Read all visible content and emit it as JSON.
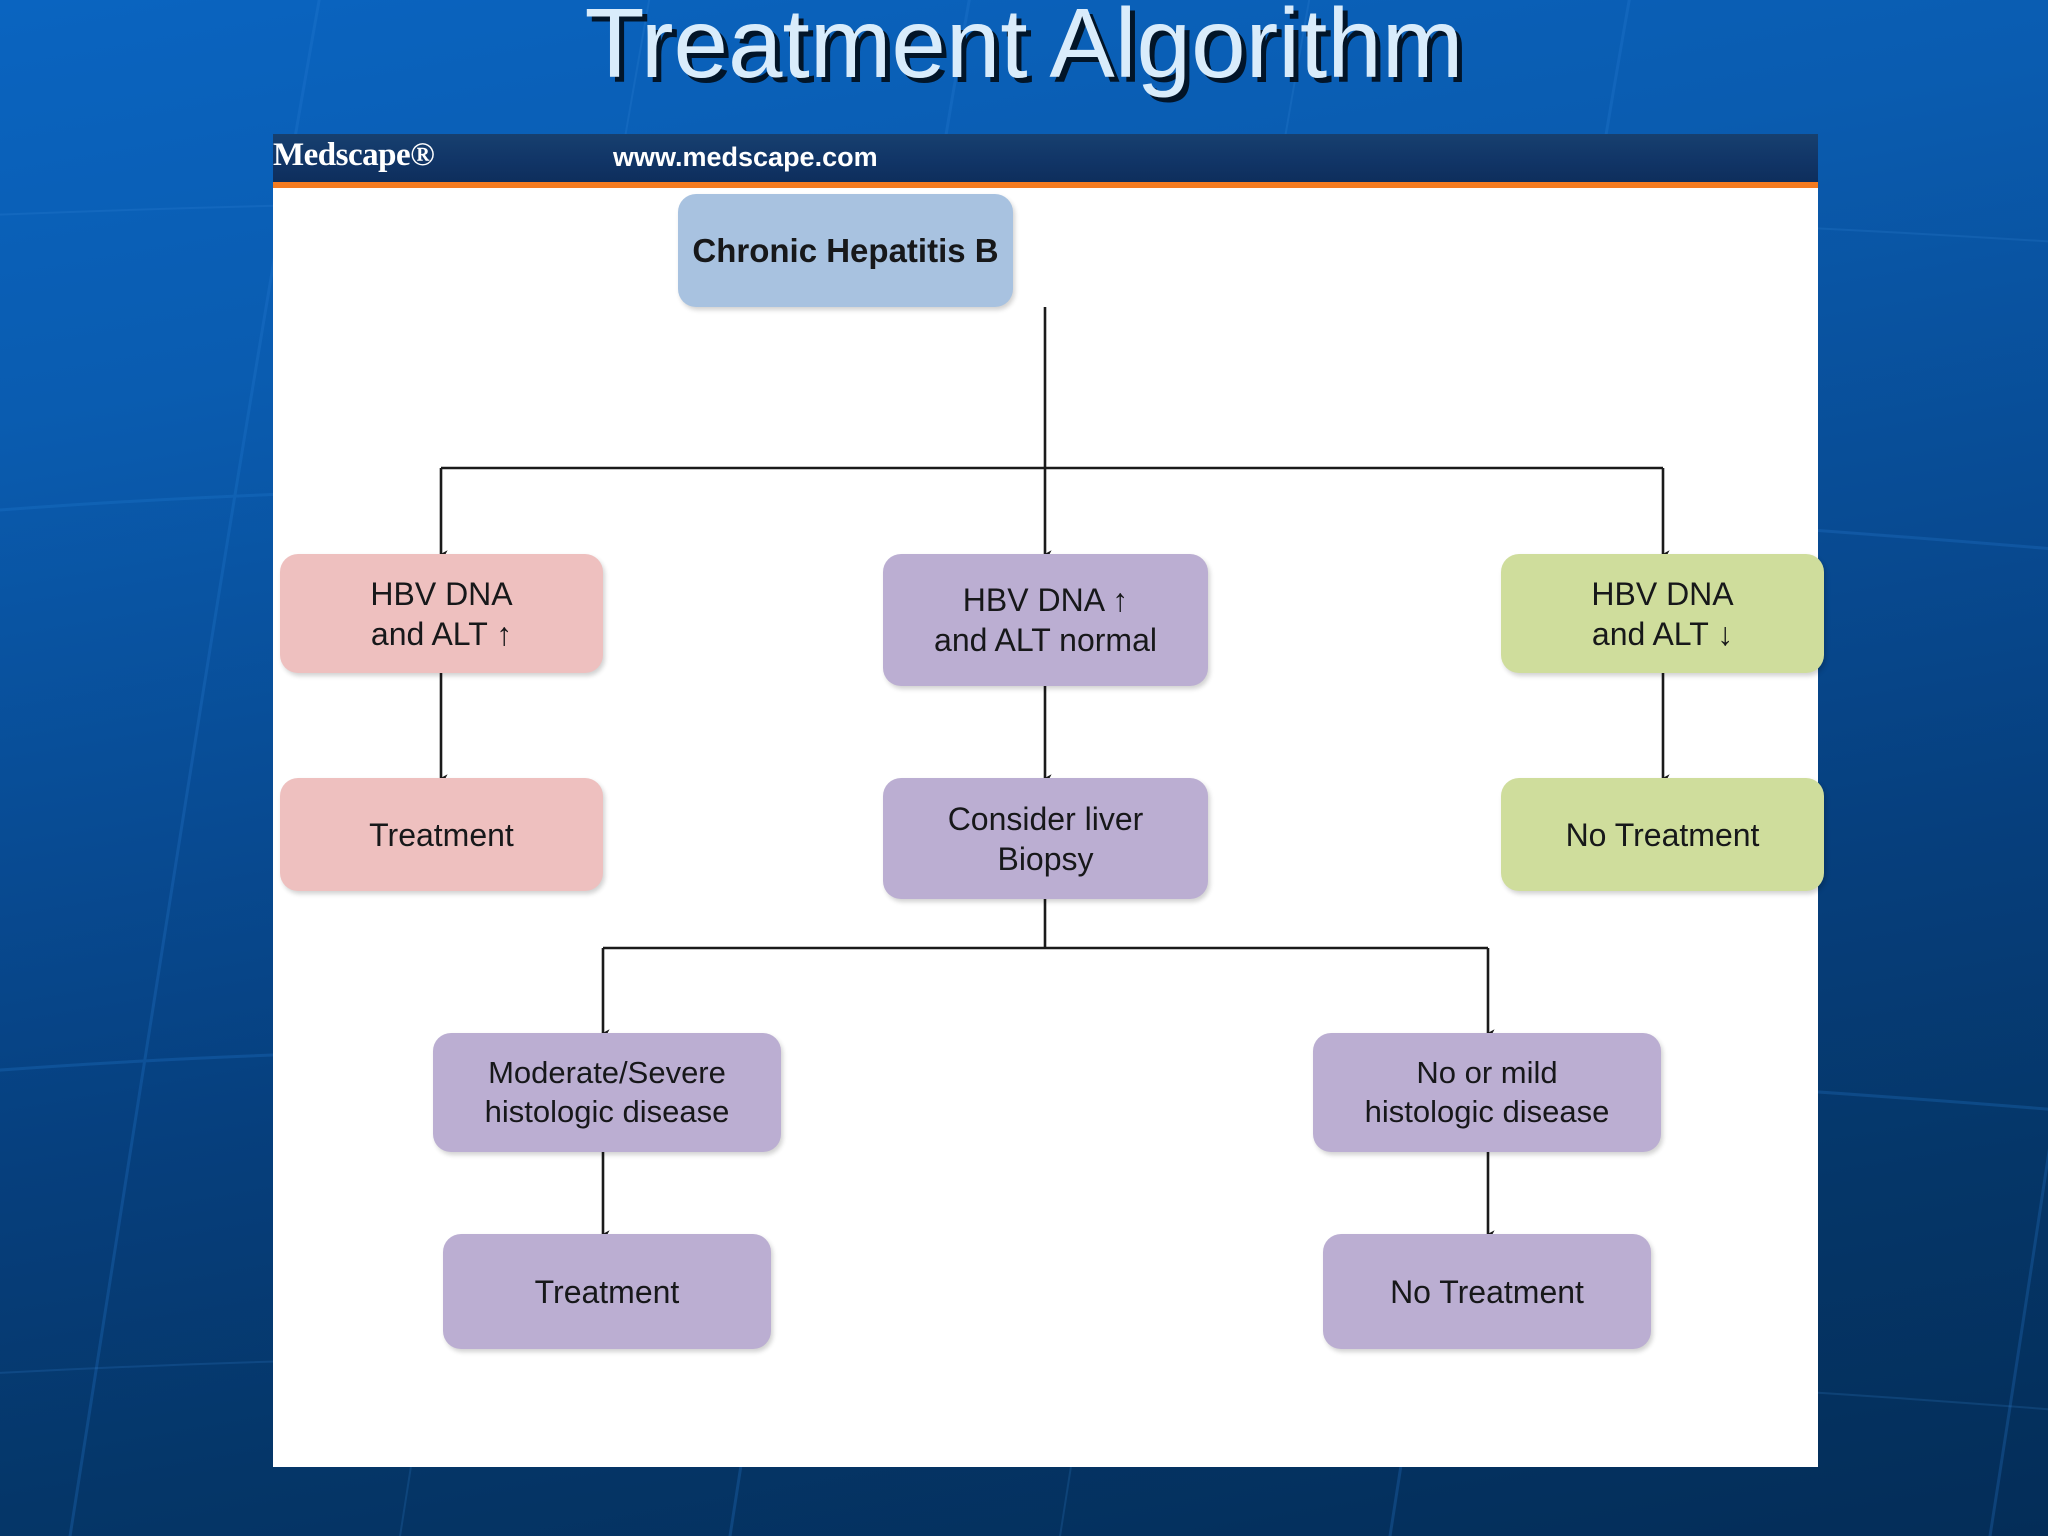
{
  "slide": {
    "title": "Treatment Algorithm",
    "background_top_color": "#0a64c0",
    "background_bottom_color": "#042d58",
    "title_color": "#d9ecfb"
  },
  "source_bar": {
    "logo": "Medscape®",
    "url": "www.medscape.com",
    "bar_color": "#13396e",
    "accent_color": "#f47b20"
  },
  "chart_data": {
    "type": "diagram",
    "title": "Treatment Algorithm",
    "diagram_kind": "flowchart",
    "palette": {
      "blue": "#a8c2e0",
      "pink": "#eec0bf",
      "purple": "#bbaed2",
      "green": "#cfdd9c",
      "connector": "#1a1a1a",
      "text": "#17181a",
      "panel": "#ffffff"
    },
    "nodes": [
      {
        "id": "root",
        "label": "Chronic Hepatitis B",
        "color": "blue",
        "bold": true,
        "row": 0
      },
      {
        "id": "left-cond",
        "label": "HBV DNA\nand ALT  ↑",
        "color": "pink",
        "bold": false,
        "row": 1
      },
      {
        "id": "mid-cond",
        "label": "HBV DNA  ↑\nand ALT normal",
        "color": "purple",
        "bold": false,
        "row": 1
      },
      {
        "id": "right-cond",
        "label": "HBV DNA\nand ALT  ↓",
        "color": "green",
        "bold": false,
        "row": 1
      },
      {
        "id": "left-action",
        "label": "Treatment",
        "color": "pink",
        "bold": false,
        "row": 2
      },
      {
        "id": "mid-action",
        "label": "Consider liver\nBiopsy",
        "color": "purple",
        "bold": false,
        "row": 2
      },
      {
        "id": "right-action",
        "label": "No Treatment",
        "color": "green",
        "bold": false,
        "row": 2
      },
      {
        "id": "histo-severe",
        "label": "Moderate/Severe\nhistologic disease",
        "color": "purple",
        "bold": false,
        "row": 3
      },
      {
        "id": "histo-mild",
        "label": "No or mild\nhistologic disease",
        "color": "purple",
        "bold": false,
        "row": 3
      },
      {
        "id": "severe-action",
        "label": "Treatment",
        "color": "purple",
        "bold": false,
        "row": 4
      },
      {
        "id": "mild-action",
        "label": "No Treatment",
        "color": "purple",
        "bold": false,
        "row": 4
      }
    ],
    "edges": [
      {
        "from": "root",
        "to": "left-cond",
        "style": "elbow"
      },
      {
        "from": "root",
        "to": "mid-cond",
        "style": "straight"
      },
      {
        "from": "root",
        "to": "right-cond",
        "style": "elbow"
      },
      {
        "from": "left-cond",
        "to": "left-action",
        "style": "straight"
      },
      {
        "from": "mid-cond",
        "to": "mid-action",
        "style": "straight"
      },
      {
        "from": "right-cond",
        "to": "right-action",
        "style": "straight"
      },
      {
        "from": "mid-action",
        "to": "histo-severe",
        "style": "elbow"
      },
      {
        "from": "mid-action",
        "to": "histo-mild",
        "style": "elbow"
      },
      {
        "from": "histo-severe",
        "to": "severe-action",
        "style": "straight"
      },
      {
        "from": "histo-mild",
        "to": "mild-action",
        "style": "straight"
      }
    ]
  }
}
